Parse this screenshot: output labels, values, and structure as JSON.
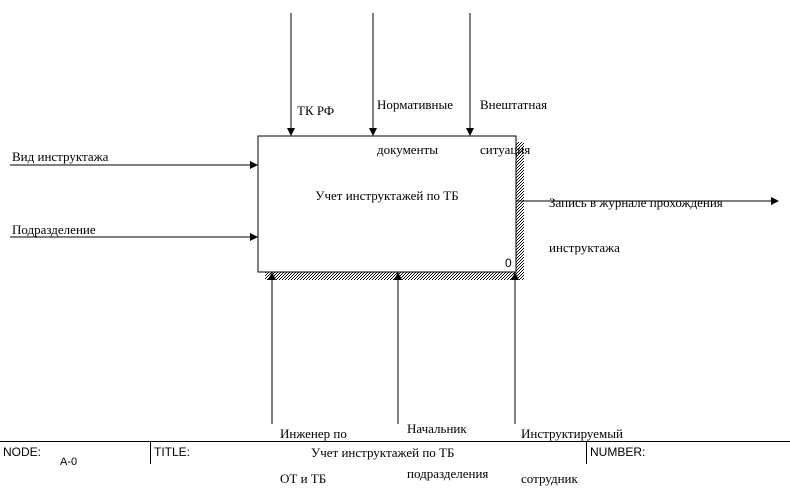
{
  "activity": {
    "title": "Учет инструктажей по ТБ",
    "number": "0"
  },
  "controls": [
    {
      "label_lines": [
        "ТК РФ"
      ]
    },
    {
      "label_lines": [
        "Нормативные",
        "документы"
      ]
    },
    {
      "label_lines": [
        "Внештатная",
        "ситуация"
      ]
    }
  ],
  "inputs": [
    {
      "label": "Вид инструктажа"
    },
    {
      "label": "Подразделение"
    }
  ],
  "outputs": [
    {
      "label_lines": [
        "Запись в журнале прохождения",
        "инструктажа"
      ]
    }
  ],
  "mechanisms": [
    {
      "label_lines": [
        "Инженер по",
        "ОТ и ТБ"
      ]
    },
    {
      "label_lines": [
        "Начальник",
        "подразделения"
      ]
    },
    {
      "label_lines": [
        "Инструктируемый",
        "сотрудник"
      ]
    }
  ],
  "footer": {
    "node_label": "NODE:",
    "node_value": "A-0",
    "title_label": "TITLE:",
    "title_value": "Учет инструктажей по ТБ",
    "number_label": "NUMBER:"
  }
}
